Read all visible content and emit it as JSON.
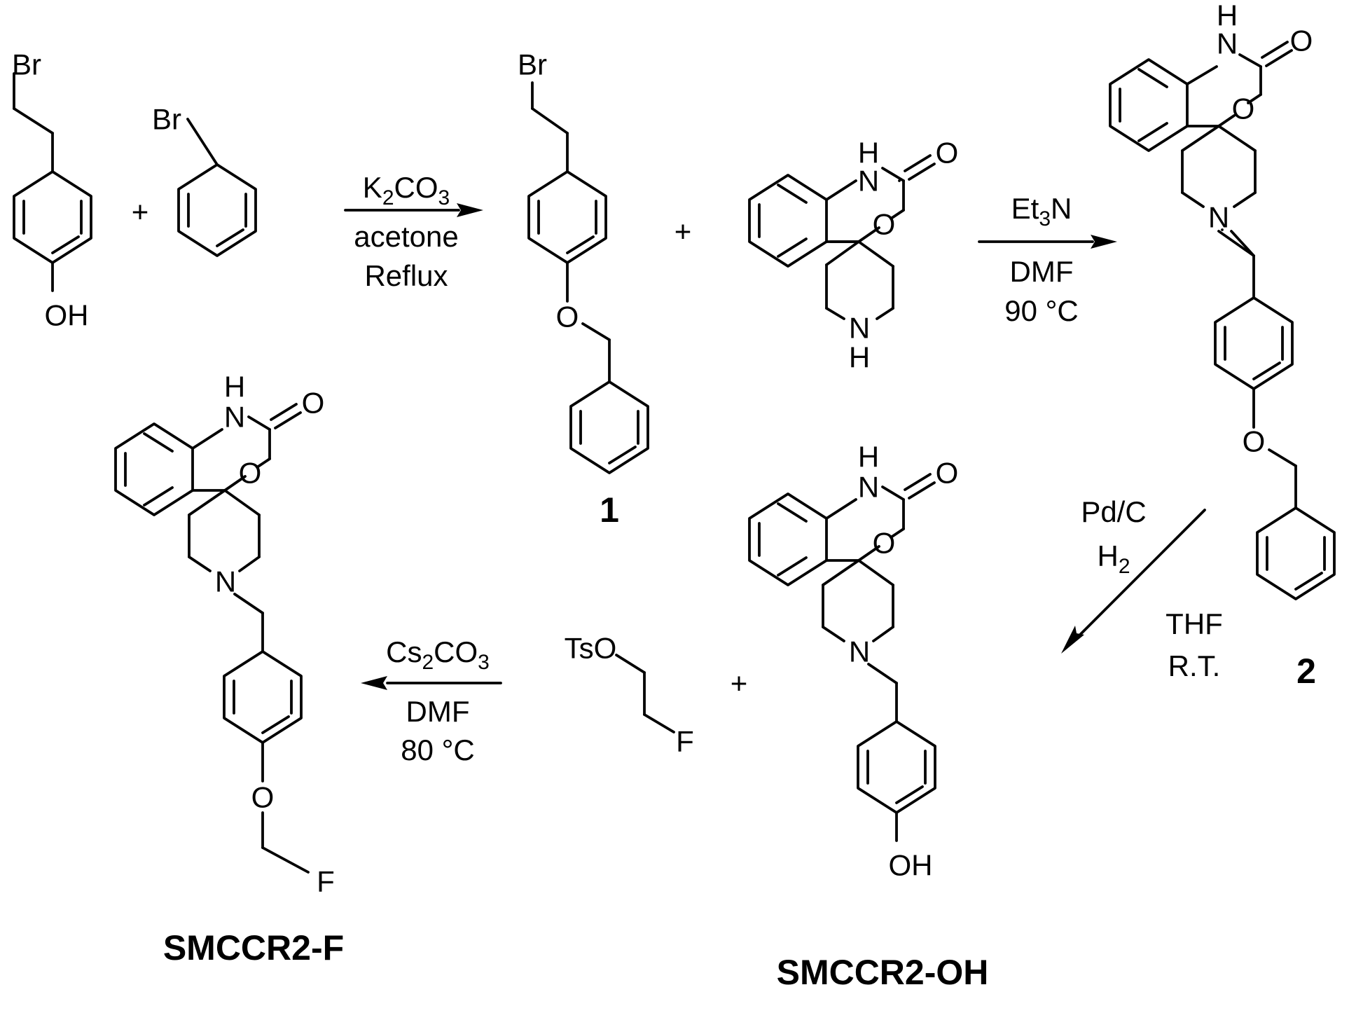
{
  "atoms": {
    "br": "Br",
    "oh": "OH",
    "o": "O",
    "n": "N",
    "h": "H",
    "f": "F",
    "tso": "TsO"
  },
  "plus": "+",
  "step1": {
    "reagent_k": "K",
    "reagent_k_sub": "2",
    "reagent_co": "CO",
    "reagent_co_sub": "3",
    "solvent": "acetone",
    "condition": "Reflux"
  },
  "step2": {
    "reagent_et": "Et",
    "reagent_et_sub": "3",
    "reagent_n": "N",
    "solvent": "DMF",
    "temperature": "90 °C"
  },
  "step3": {
    "catalyst": "Pd/C",
    "gas": "H",
    "gas_sub": "2",
    "solvent": "THF",
    "temperature": "R.T."
  },
  "step4": {
    "reagent_cs": "Cs",
    "reagent_cs_sub": "2",
    "reagent_co": "CO",
    "reagent_co_sub": "3",
    "solvent": "DMF",
    "temperature": "80 °C"
  },
  "compounds": {
    "c1": "1",
    "c2": "2",
    "smccr2_f": "SMCCR2-F",
    "smccr2_oh": "SMCCR2-OH"
  }
}
